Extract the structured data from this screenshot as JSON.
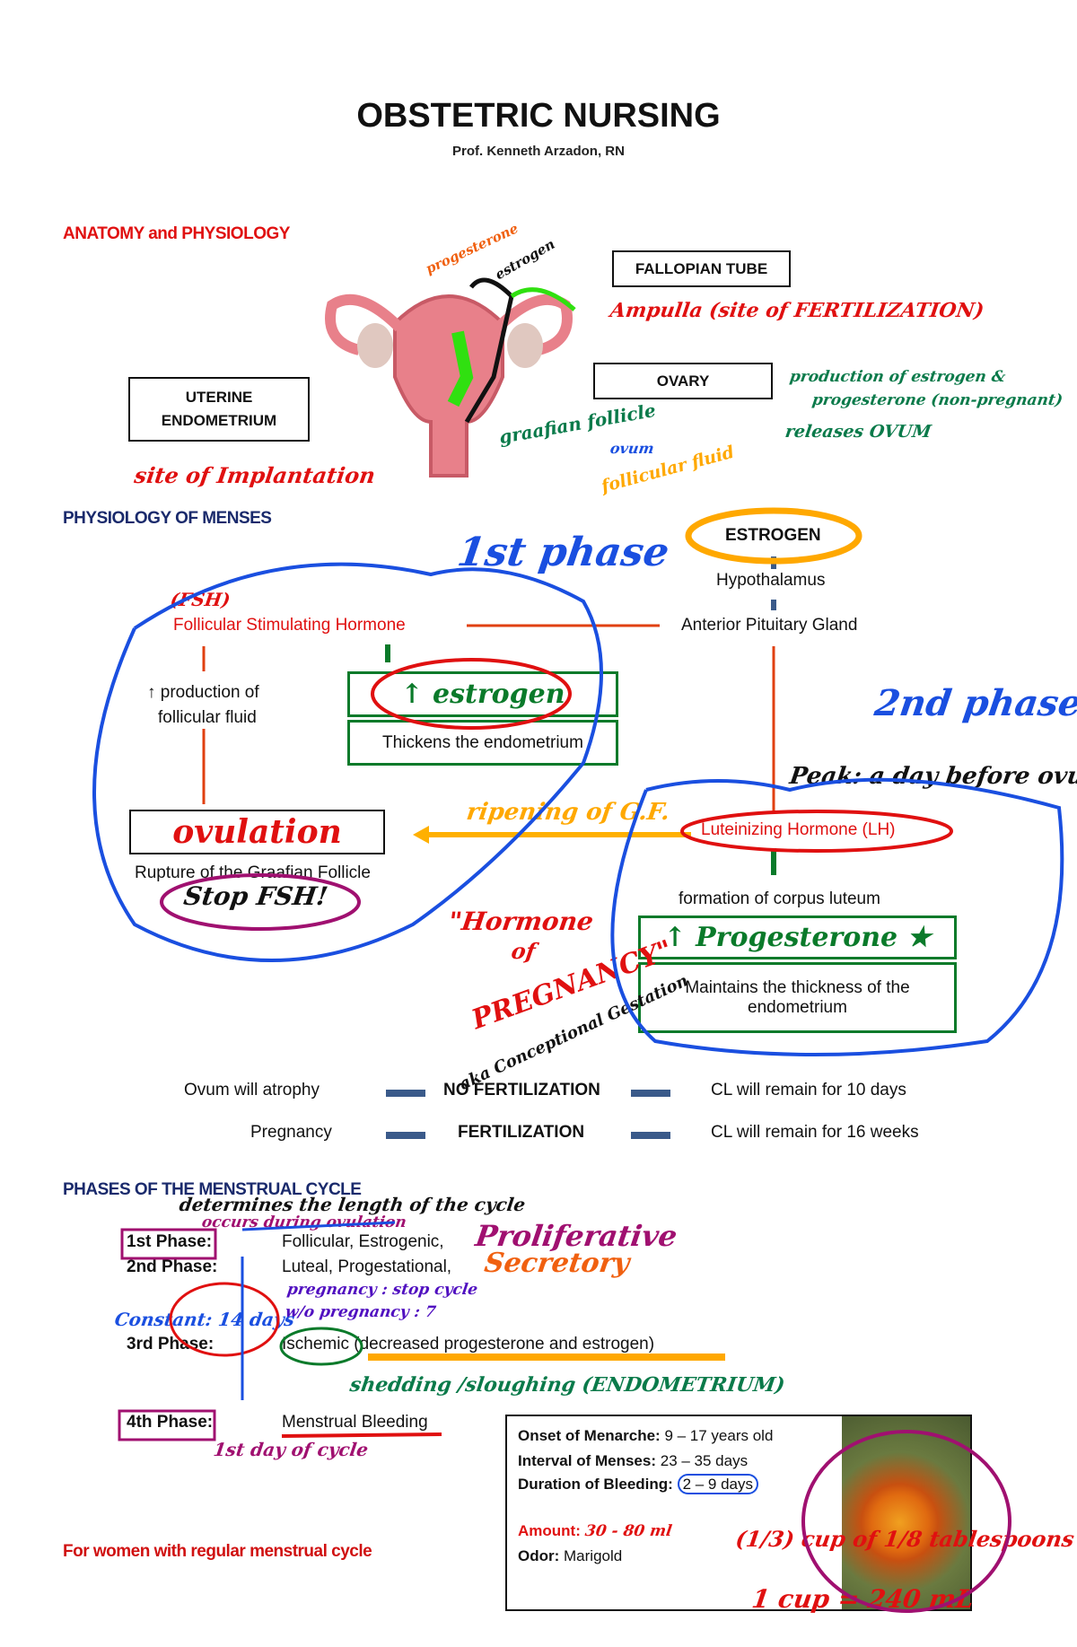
{
  "header": {
    "title": "OBSTETRIC NURSING",
    "author": "Prof. Kenneth Arzadon, RN"
  },
  "anatomy": {
    "heading": "ANATOMY and PHYSIOLOGY",
    "labels": {
      "fallopian": "FALLOPIAN TUBE",
      "ovary": "OVARY",
      "uterine_1": "UTERINE",
      "uterine_2": "ENDOMETRIUM"
    },
    "notes": {
      "progesterone": "progesterone",
      "estrogen": "estrogen",
      "ampulla": "Ampulla (site of FERTILIZATION)",
      "ovary_1": "production of estrogen &",
      "ovary_2": "progesterone (non-pregnant)",
      "ovary_3": "releases OVUM",
      "graafian": "graafian follicle",
      "ovum": "ovum",
      "fluid": "follicular fluid",
      "implantation": "site of Implantation"
    }
  },
  "menses": {
    "heading": "PHYSIOLOGY OF MENSES",
    "estrogen": "ESTROGEN",
    "hypothalamus": "Hypothalamus",
    "pituitary": "Anterior Pituitary Gland",
    "fsh": "Follicular Stimulating Hormone",
    "fluid_1": "↑ production of",
    "fluid_2": "follicular fluid",
    "estrogen_box": "↑ estrogen",
    "thickens": "Thickens the endometrium",
    "ovulation": "ovulation",
    "rupture": "Rupture of the Graafian Follicle",
    "lh": "Luteinizing Hormone (LH)",
    "corpus": "formation of corpus luteum",
    "progesterone_box": "↑ Progesterone ★",
    "maintains_1": "Maintains the thickness of the",
    "maintains_2": "endometrium",
    "notes": {
      "phase1": "1st phase",
      "phase2": "2nd phase",
      "fsh_abbr": "(FSH)",
      "stop_fsh": "Stop FSH!",
      "ripening": "ripening of G.F.",
      "peak": "Peak: a day before ovulation",
      "hormone_preg_1": "\"Hormone",
      "hormone_preg_2": "of",
      "hormone_preg_3": "PREGNANCY\"",
      "aka": "aka Conceptional Gestation"
    }
  },
  "fertilization": [
    {
      "left": "Ovum will atrophy",
      "center": "NO FERTILIZATION",
      "right": "CL will remain for 10 days"
    },
    {
      "left": "Pregnancy",
      "center": "FERTILIZATION",
      "right": "CL will remain for 16 weeks"
    }
  ],
  "phases": {
    "heading": "PHASES OF THE MENSTRUAL CYCLE",
    "items": [
      {
        "label": "1st Phase:",
        "value": "Follicular, Estrogenic,",
        "note": "Proliferative"
      },
      {
        "label": "2nd Phase:",
        "value": "Luteal, Progestational,",
        "note": "Secretory"
      },
      {
        "label": "3rd Phase:",
        "value": "Ischemic (decreased progesterone and estrogen)",
        "note": ""
      },
      {
        "label": "4th Phase:",
        "value": "Menstrual Bleeding",
        "note": ""
      }
    ],
    "notes": {
      "determines": "determines the length of the cycle",
      "ovulation_occurs": "occurs during ovulation",
      "constant": "Constant: 14 days",
      "pregnancy": "pregnancy : stop cycle",
      "no_pregnancy": "w/o pregnancy : 7",
      "shedding": "shedding /sloughing (ENDOMETRIUM)",
      "first_day": "1st day of cycle"
    },
    "footer": "For women with regular menstrual cycle"
  },
  "info_box": {
    "rows": [
      {
        "label": "Onset of Menarche:",
        "value": "9 – 17 years old"
      },
      {
        "label": "Interval of Menses:",
        "value": "23 – 35 days"
      },
      {
        "label": "Duration of Bleeding:",
        "value": "2 – 9 days"
      },
      {
        "label": "Amount:",
        "value": "30 - 80 ml"
      },
      {
        "label": "Odor:",
        "value": "Marigold"
      }
    ],
    "notes": {
      "cup": "(1/3) cup of 1/8 tablespoons",
      "cup_eq": "1 cup = 240 mL"
    }
  },
  "colors": {
    "red": "#e01010",
    "navy": "#1a2a6c",
    "green": "#0a7a2a",
    "blue": "#1a4fe0",
    "orange": "#ffa800",
    "purple": "#a01070"
  }
}
